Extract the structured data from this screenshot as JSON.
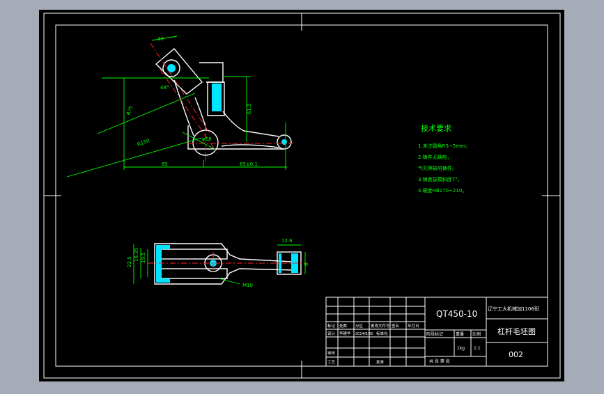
{
  "colors": {
    "background_chrome": "#a5acb8",
    "canvas": "#000000",
    "frame": "#ffffff",
    "part_outline": "#ffffff",
    "dimension": "#00ff00",
    "centerline": "#ff2020",
    "hatch": "#00e5ff",
    "title_text": "#ffffff",
    "notes_text": "#00ff00"
  },
  "title_block": {
    "material": "QT450-10",
    "school": "辽宁工大机械加1106班",
    "drawing_name": "杠杆毛坯图",
    "drawing_number": "002",
    "weight": "1kg",
    "scale": "1:1",
    "row_labels": [
      "标记",
      "处数",
      "分区",
      "更改文件号",
      "签名",
      "年月日"
    ],
    "row2": [
      "设计",
      "李建华",
      "2014/6/30",
      "标准化"
    ],
    "stage_label": "阶段标记",
    "weight_label": "重量",
    "scale_label": "比例",
    "review_label": "审核",
    "process_label": "工艺",
    "approve_label": "批准",
    "sheet_label": "共 张 第 张"
  },
  "technical_requirements": {
    "heading": "技术要求",
    "items": [
      "1.未注圆角R3~5mm。",
      "2.铸件无缺陷，",
      "  气孔等缺陷铸件。",
      "3.铸造拔模斜度7°。",
      "4.硬度HB170~210。"
    ]
  },
  "dimensions_top_view": {
    "d_top": "30",
    "d_r75": "R75",
    "d_r150": "R150",
    "d_tilt": "48°",
    "d_hole": "φ18",
    "d_61_5": "61.5",
    "d_85": "85",
    "d_65": "65±0.1"
  },
  "dimensions_bottom_view": {
    "d_22_5": "22.5",
    "d_16_35": "16.35",
    "d_19_5": "19.5",
    "d_12_6": "12.6",
    "d_6": "6",
    "d_m10": "M10"
  }
}
